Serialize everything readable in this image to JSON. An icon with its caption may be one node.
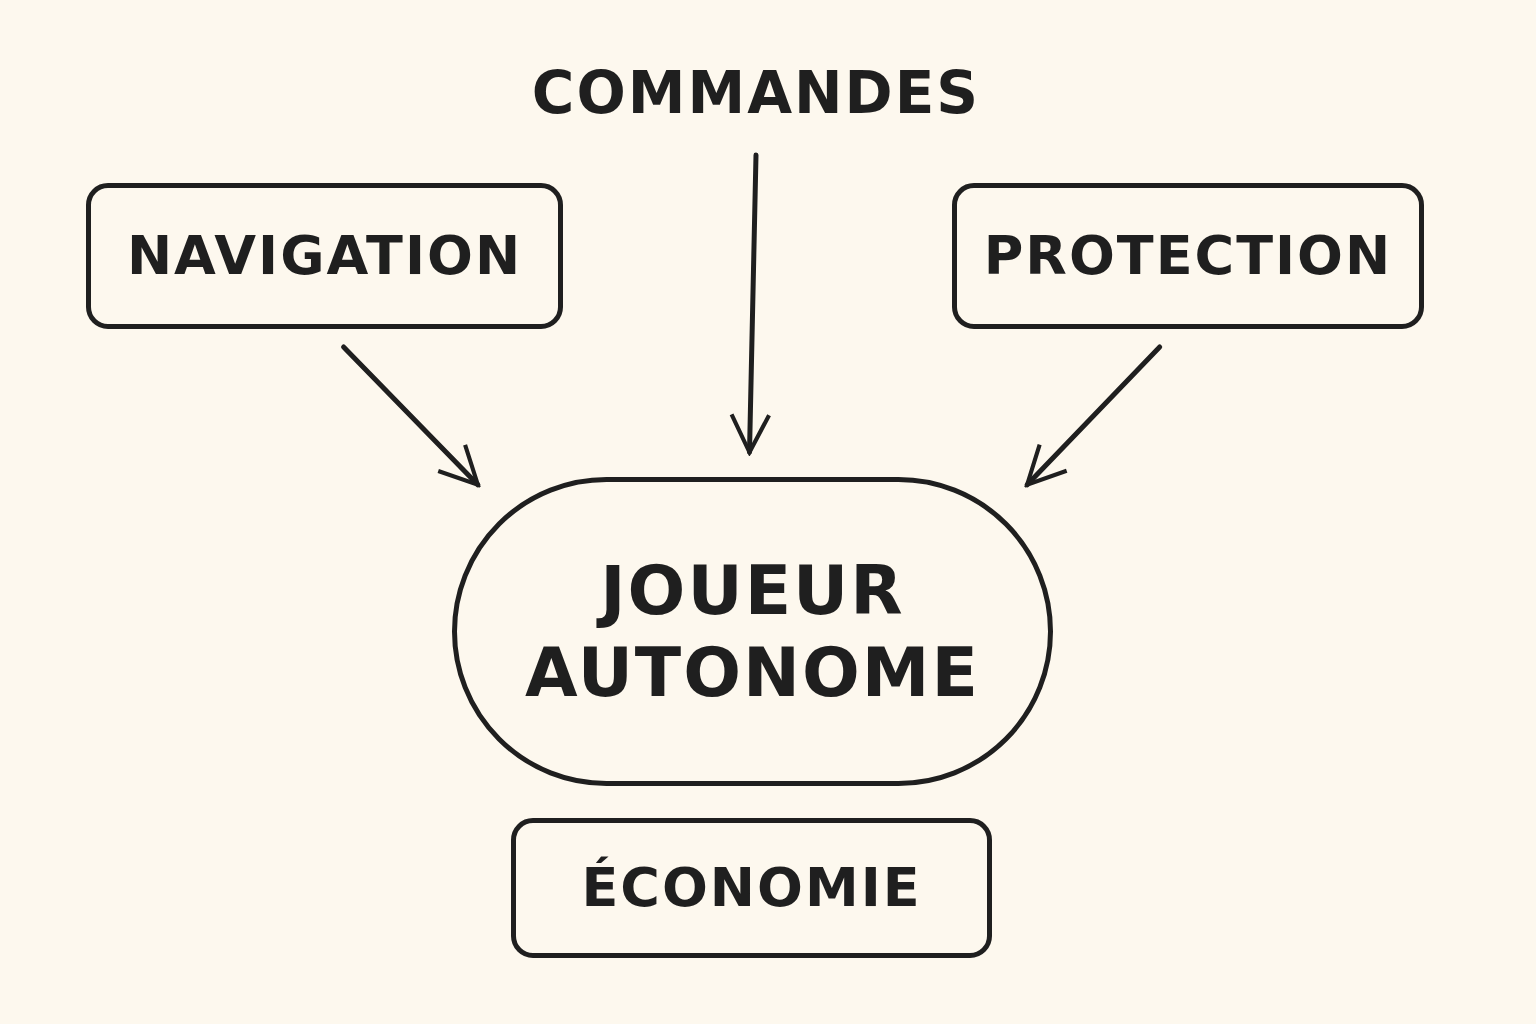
{
  "diagram": {
    "nodes": [
      {
        "text": [
          "COMMANDES"
        ]
      },
      {
        "text": [
          "NAVIGATION"
        ]
      },
      {
        "text": [
          "PROTECTION"
        ]
      },
      {
        "text": [
          "JOUEUR AUTONOME"
        ]
      },
      {
        "text": [
          "ÉCONOMIE"
        ]
      }
    ],
    "edges": [
      {
        "from": 1,
        "to": 3,
        "arrow": "to"
      },
      {
        "from": 0,
        "to": 3,
        "arrow": "to"
      },
      {
        "from": 2,
        "to": 3,
        "arrow": "to"
      }
    ]
  }
}
